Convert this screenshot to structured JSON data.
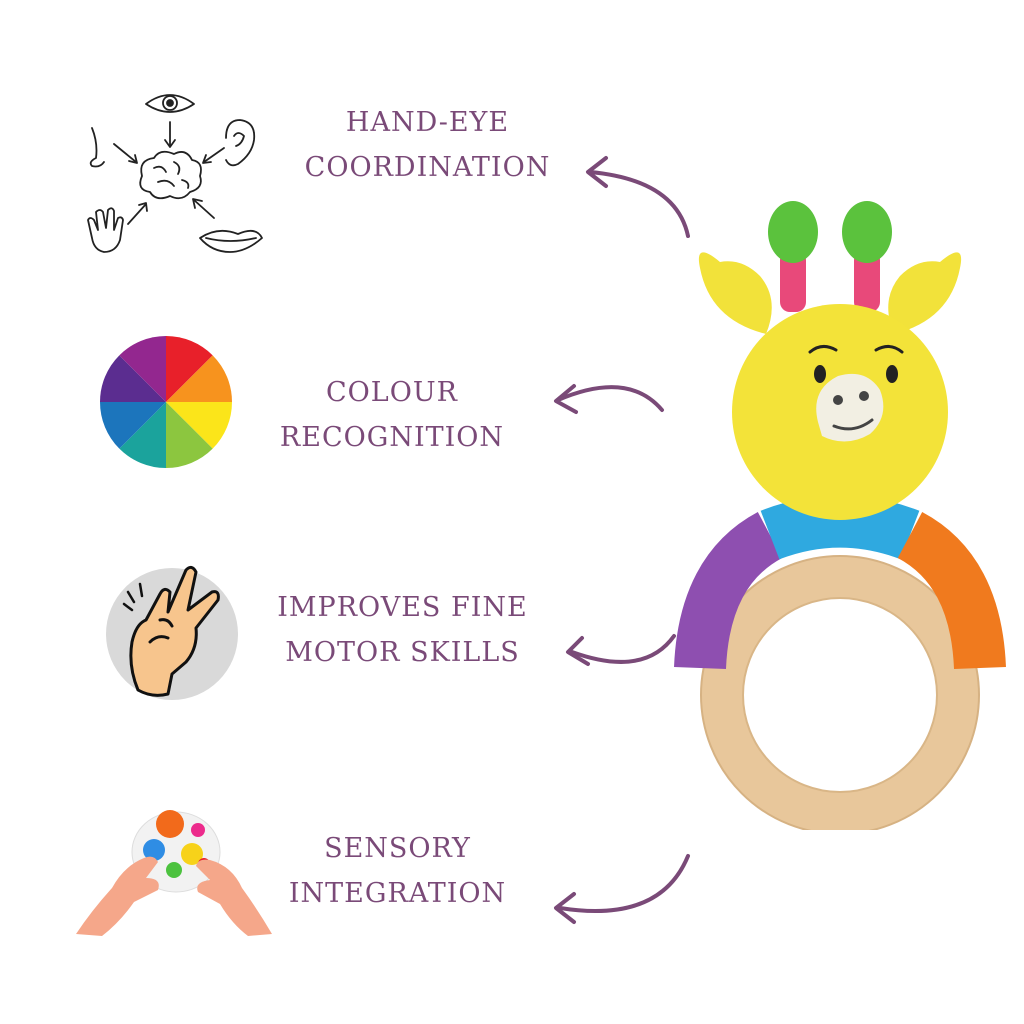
{
  "benefits": [
    {
      "line1": "HAND-EYE",
      "line2": "COORDINATION",
      "icon": "senses-brain-icon"
    },
    {
      "line1": "COLOUR",
      "line2": "RECOGNITION",
      "icon": "colour-wheel-icon"
    },
    {
      "line1": "IMPROVES FINE",
      "line2": "MOTOR SKILLS",
      "icon": "hand-fingers-icon"
    },
    {
      "line1": "SENSORY",
      "line2": "INTEGRATION",
      "icon": "pop-toy-hands-icon"
    }
  ],
  "colors": {
    "text": "#7a4a78",
    "arrow": "#7a4a78",
    "wheel": [
      "#e8202a",
      "#f7931e",
      "#fbe51a",
      "#8cc63f",
      "#1ba39c",
      "#1c75bc",
      "#5b2d90",
      "#93278f"
    ]
  }
}
